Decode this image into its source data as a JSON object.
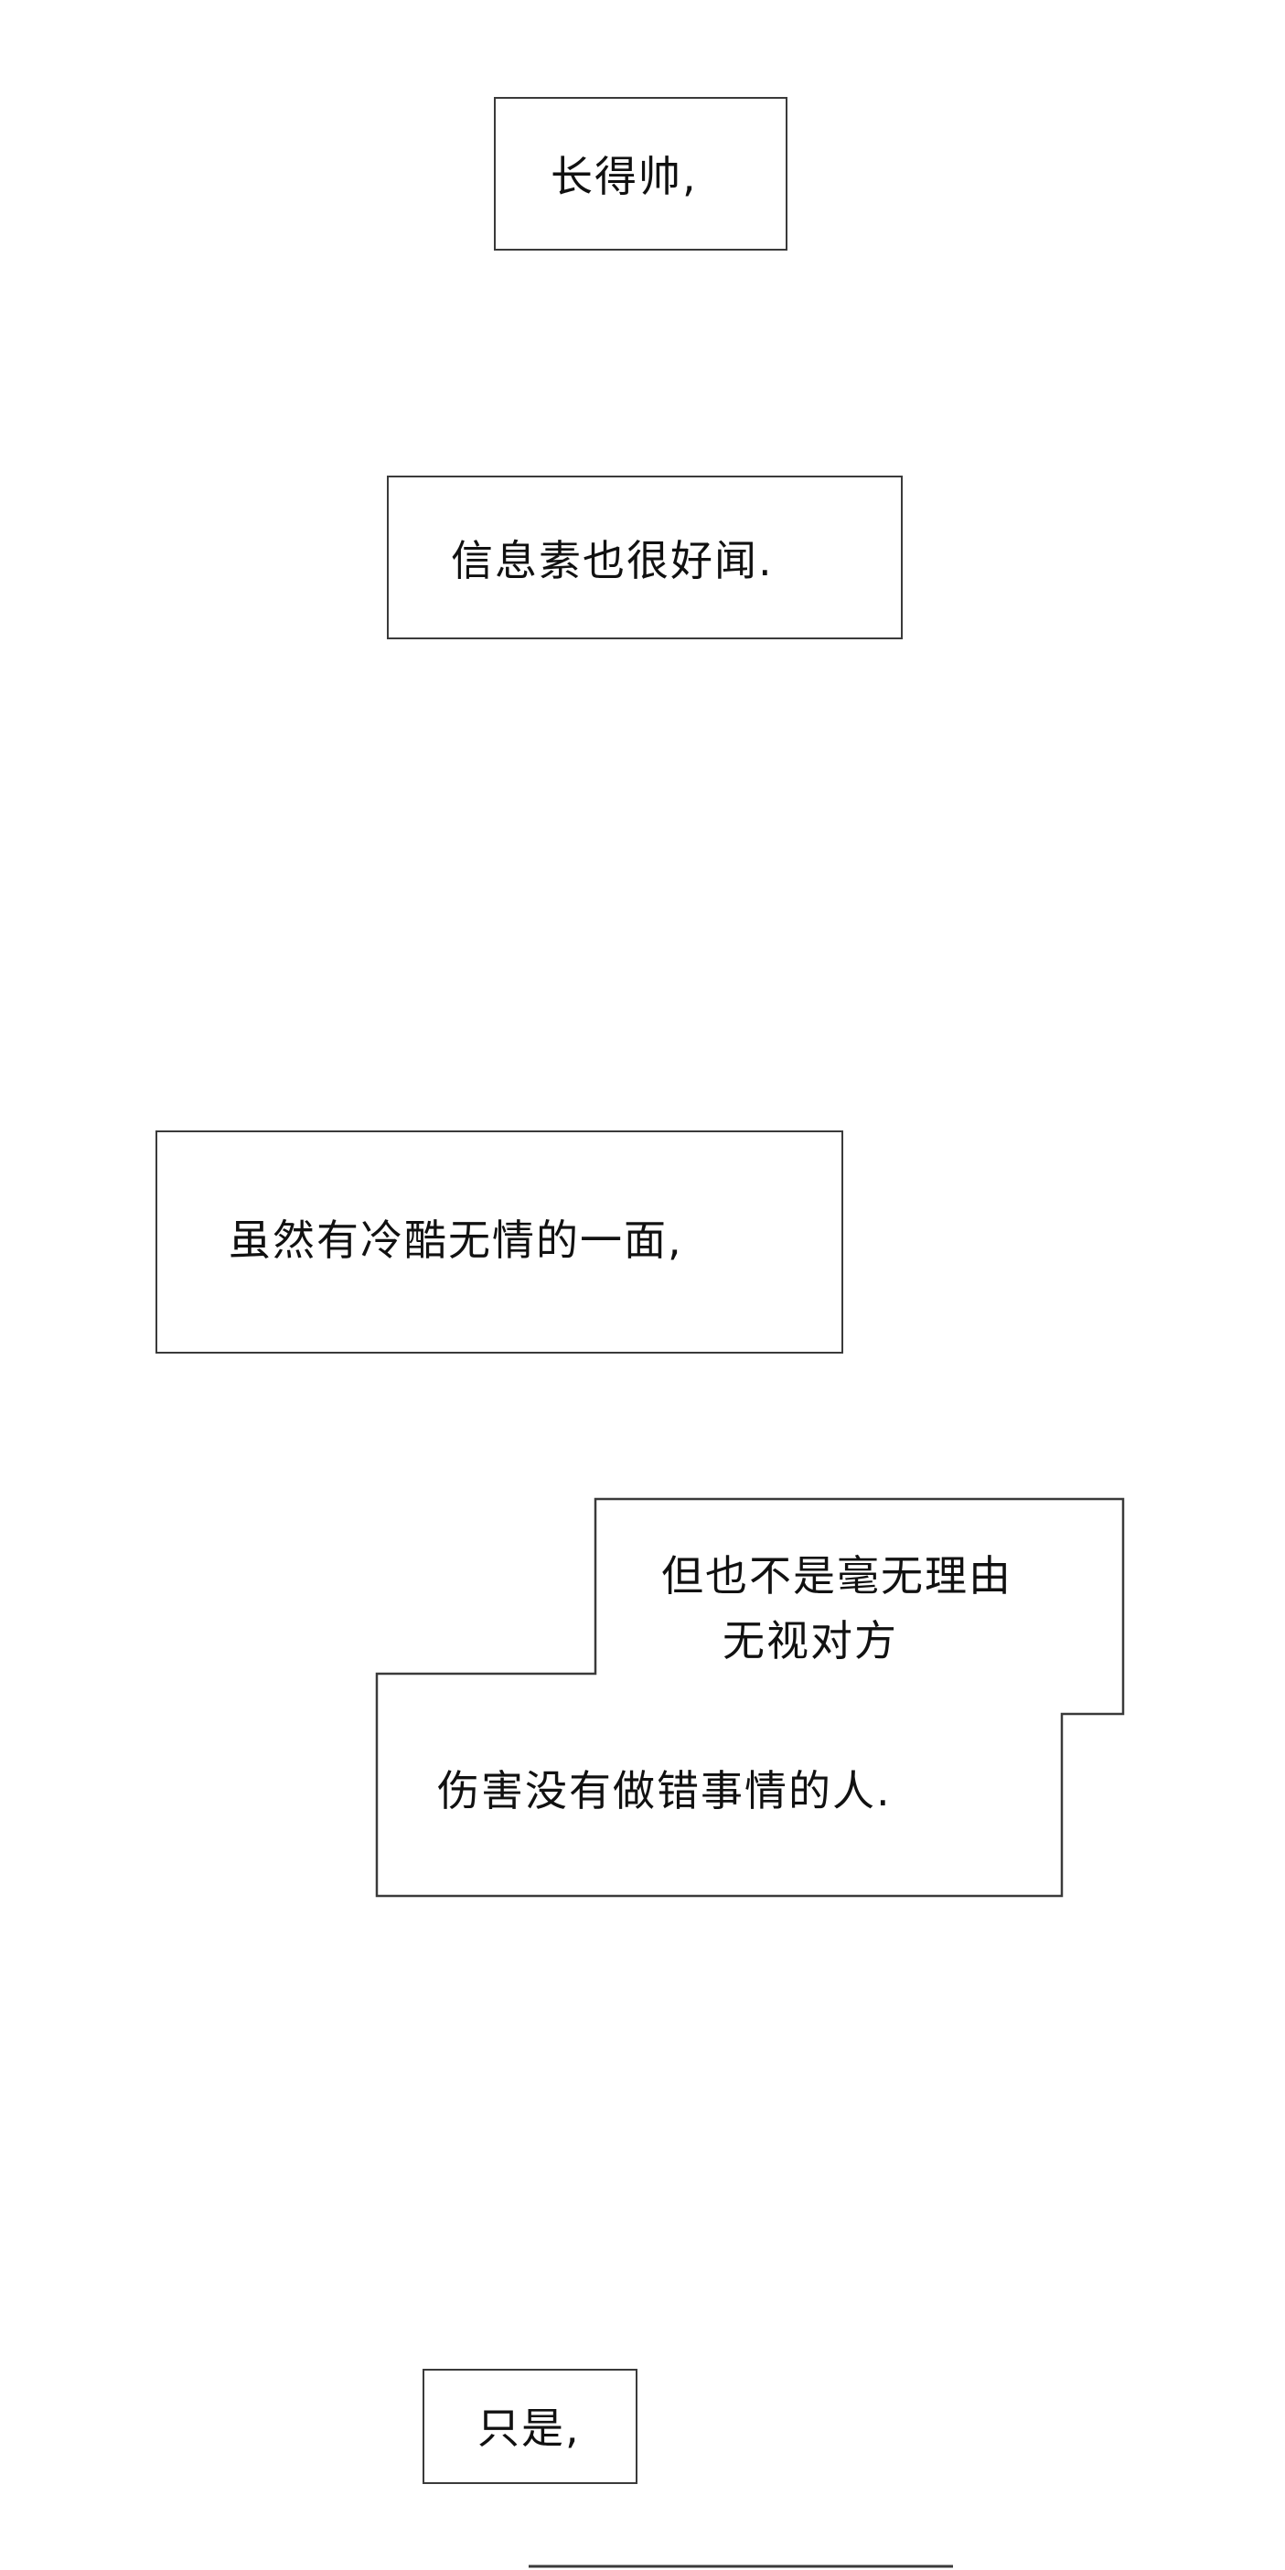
{
  "captions": [
    {
      "text": "长得帅,"
    },
    {
      "text": "信息素也很好闻."
    },
    {
      "text": "虽然有冷酷无情的一面,"
    },
    {
      "lines": [
        "但也不是毫无理由",
        "无视对方",
        "伤害没有做错事情的人."
      ]
    },
    {
      "text": "只是,"
    }
  ],
  "colors": {
    "background": "#ffffff",
    "border": "#3a3a3a",
    "text": "#111111"
  }
}
